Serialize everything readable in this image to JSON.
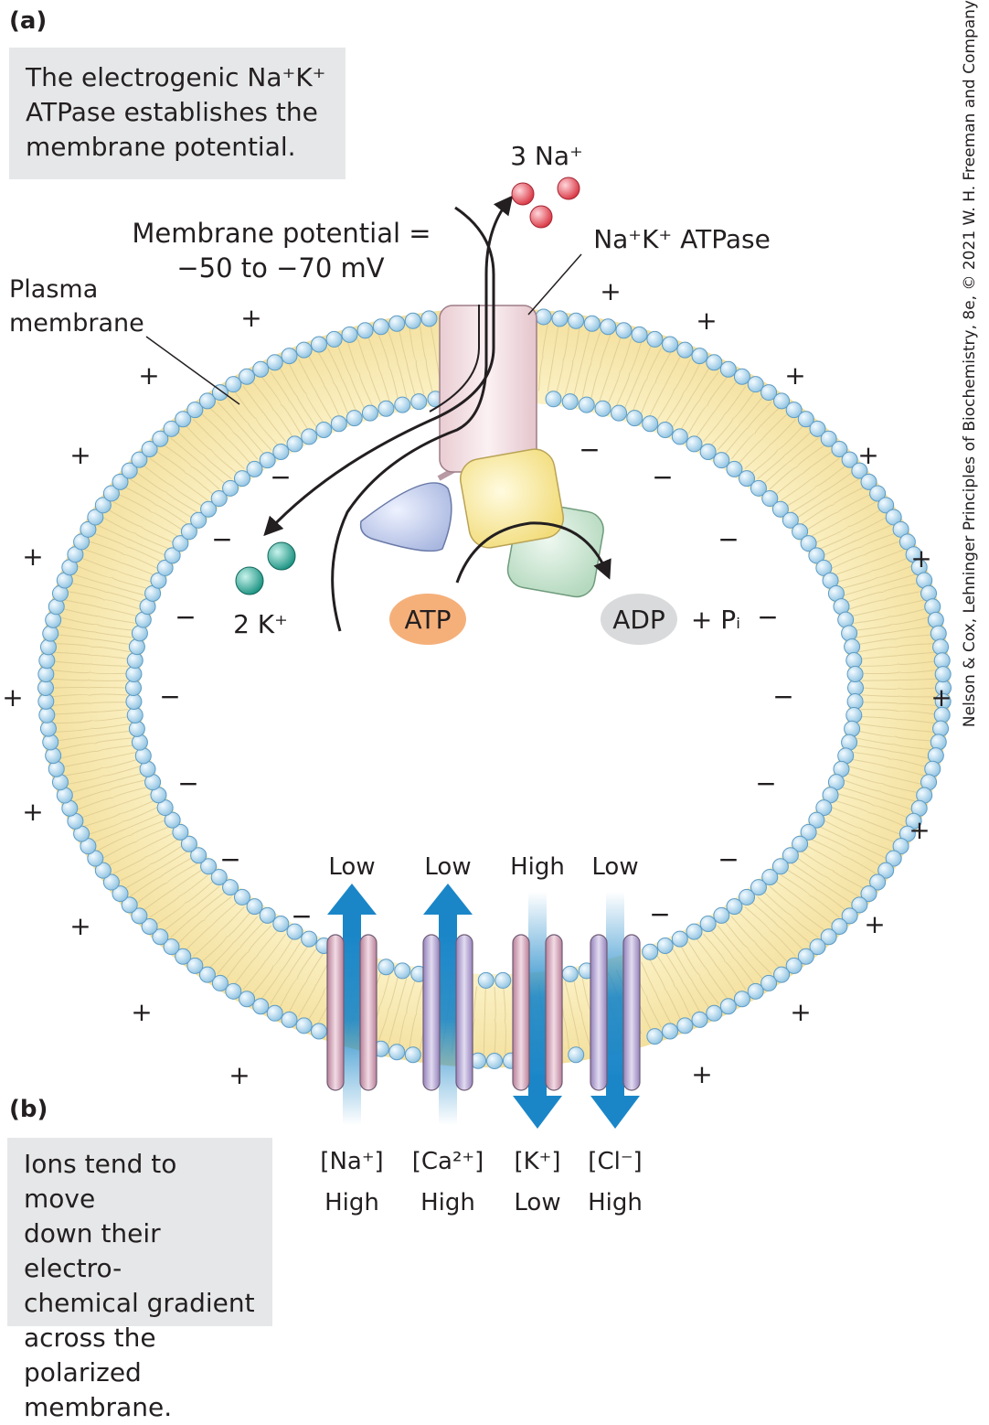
{
  "panel_a": {
    "letter": "(a)",
    "note": [
      "The electrogenic Na",
      "+",
      "K",
      "+",
      " ATPase establishes the membrane potential."
    ],
    "note_lines": [
      "The electrogenic Na⁺K⁺",
      "ATPase establishes the",
      "membrane potential."
    ]
  },
  "panel_b": {
    "letter": "(b)",
    "note_lines": [
      "Ions tend to move",
      "down their electro-",
      "chemical gradient",
      "across the polarized",
      "membrane."
    ]
  },
  "labels": {
    "membrane_potential_line1": "Membrane potential =",
    "membrane_potential_line2": "−50 to −70 mV",
    "plasma_membrane_line1": "Plasma",
    "plasma_membrane_line2": "membrane",
    "sodium": "3 Na⁺",
    "potassium": "2 K⁺",
    "pump": "Na⁺K⁺ ATPase",
    "atp": "ATP",
    "adp": "ADP",
    "pi": "+ Pᵢ"
  },
  "channels": [
    {
      "ion": "[Na⁺]",
      "inside": "Low",
      "outside": "High",
      "direction": "in",
      "color": "#c9a3b5"
    },
    {
      "ion": "[Ca²⁺]",
      "inside": "Low",
      "outside": "High",
      "direction": "in",
      "color": "#a79bc8"
    },
    {
      "ion": "[K⁺]",
      "inside": "High",
      "outside": "Low",
      "direction": "out",
      "color": "#c9a3b5"
    },
    {
      "ion": "[Cl⁻]",
      "inside": "Low",
      "outside": "High",
      "direction": "out",
      "color": "#a79bc8"
    }
  ],
  "colors": {
    "lipid_head": "#bcdcf0",
    "lipid_core": "#f3e3a6",
    "arrow_blue": "#1a86c8",
    "sodium_ion": "#e5485a",
    "potassium_ion": "#2aa69a",
    "atp_fill": "#f5b07a",
    "adp_fill": "#d9dadb"
  },
  "credit": "Nelson & Cox, Lehninger Principles of Biochemistry, 8e, © 2021 W. H. Freeman and Company"
}
